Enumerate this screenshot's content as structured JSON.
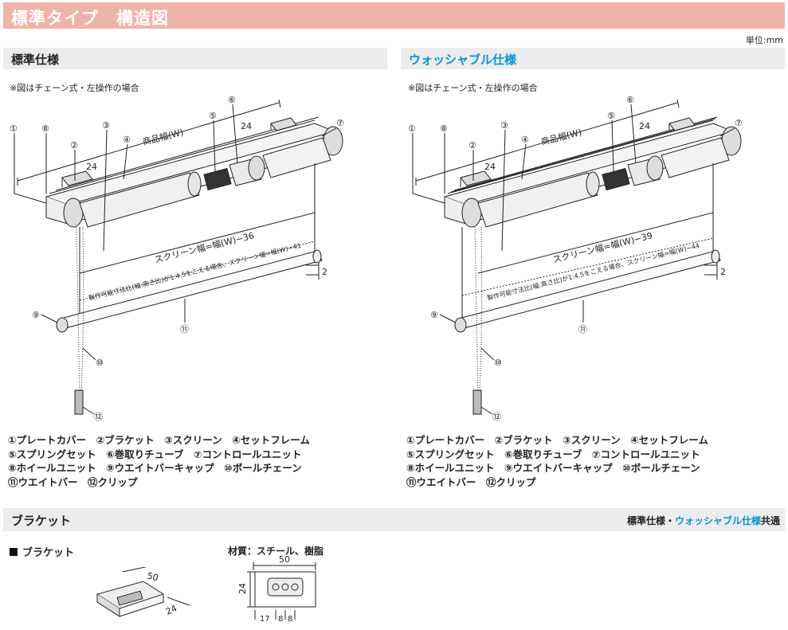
{
  "header": {
    "title": "標準タイプ　構造図"
  },
  "unit_label": "単位:mm",
  "sections": {
    "standard": {
      "title": "標準仕様",
      "note": "※図はチェーン式・左操作の場合",
      "dims": {
        "product_width": "商品幅(W)",
        "screen_width": "スクリーン幅=幅(W)−36",
        "limit_text": "製作可能寸法比(幅:高さ比)が1:4.5をこえる場合、スクリーン幅=幅(W)−41",
        "bracket_24a": "24",
        "bracket_24b": "24",
        "gap": "2"
      },
      "callouts": [
        "①",
        "②",
        "③",
        "④",
        "⑤",
        "⑥",
        "⑦",
        "⑧",
        "⑨",
        "⑩",
        "⑪",
        "⑫"
      ],
      "legend": [
        "①プレートカバー　②ブラケット　③スクリーン　④セットフレーム",
        "⑤スプリングセット　⑥巻取りチューブ　⑦コントロールユニット",
        "⑧ホイールユニット　⑨ウエイトバーキャップ　⑩ボールチェーン",
        "⑪ウエイトバー　⑫クリップ"
      ]
    },
    "washable": {
      "title": "ウォッシャブル仕様",
      "note": "※図はチェーン式・左操作の場合",
      "dims": {
        "product_width": "商品幅(W)",
        "screen_width": "スクリーン幅=幅(W)−39",
        "limit_text": "製作可能寸法比(幅:高さ比)が1:4.5をこえる場合、スクリーン幅=幅(W)−44",
        "bracket_24a": "24",
        "bracket_24b": "24",
        "gap": "2"
      },
      "callouts": [
        "①",
        "②",
        "③",
        "④",
        "⑤",
        "⑥",
        "⑦",
        "⑧",
        "⑨",
        "⑩",
        "⑪",
        "⑫"
      ],
      "legend": [
        "①プレートカバー　②ブラケット　③スクリーン　④セットフレーム",
        "⑤スプリングセット　⑥巻取りチューブ　⑦コントロールユニット",
        "⑧ホイールユニット　⑨ウエイトバーキャップ　⑩ボールチェーン",
        "⑪ウエイトバー　⑫クリップ"
      ]
    }
  },
  "bracket": {
    "title": "ブラケット",
    "applies_prefix": "標準仕様・",
    "applies_highlight": "ウォッシャブル仕様",
    "applies_suffix": "共通",
    "item_label": "ブラケット",
    "material": "材質：スチール、樹脂",
    "dims": {
      "width": "50",
      "depth": "24",
      "left": "17",
      "hole1": "8",
      "hole2": "8"
    }
  },
  "colors": {
    "header_bar": "#efb4a6",
    "section_bar": "#ececec",
    "accent_blue": "#0096d6"
  }
}
